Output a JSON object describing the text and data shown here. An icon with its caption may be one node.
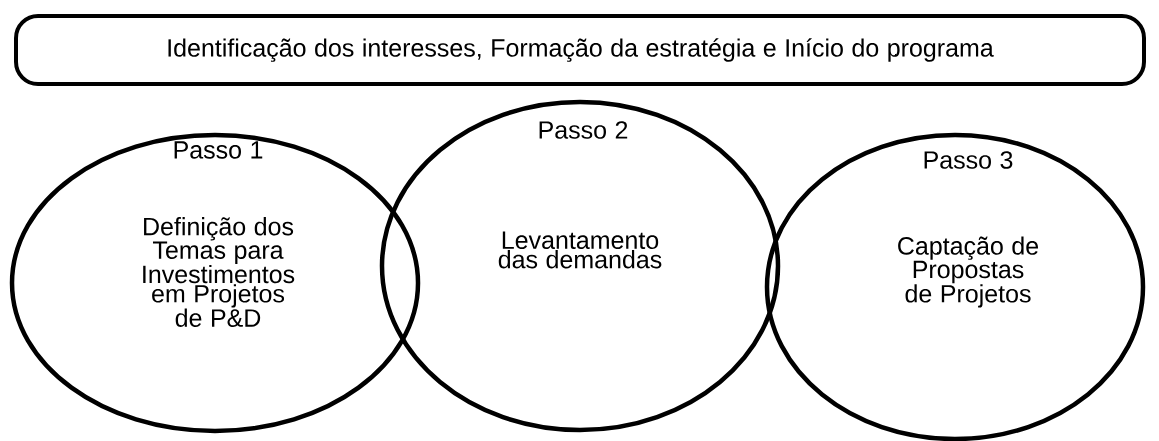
{
  "diagram": {
    "nodes": [
      {
        "text": [
          "Identificação dos interesses, Formação da estratégia e Início do programa"
        ]
      },
      {
        "text": [
          "Passo 1",
          "Definição dos Temas para Investimentos em Projetos de P&D"
        ]
      },
      {
        "text": [
          "Passo 2",
          "Levantamento das demandas"
        ]
      },
      {
        "text": [
          "Passo 3",
          "Captação de Propostas de Projetos"
        ]
      }
    ]
  }
}
